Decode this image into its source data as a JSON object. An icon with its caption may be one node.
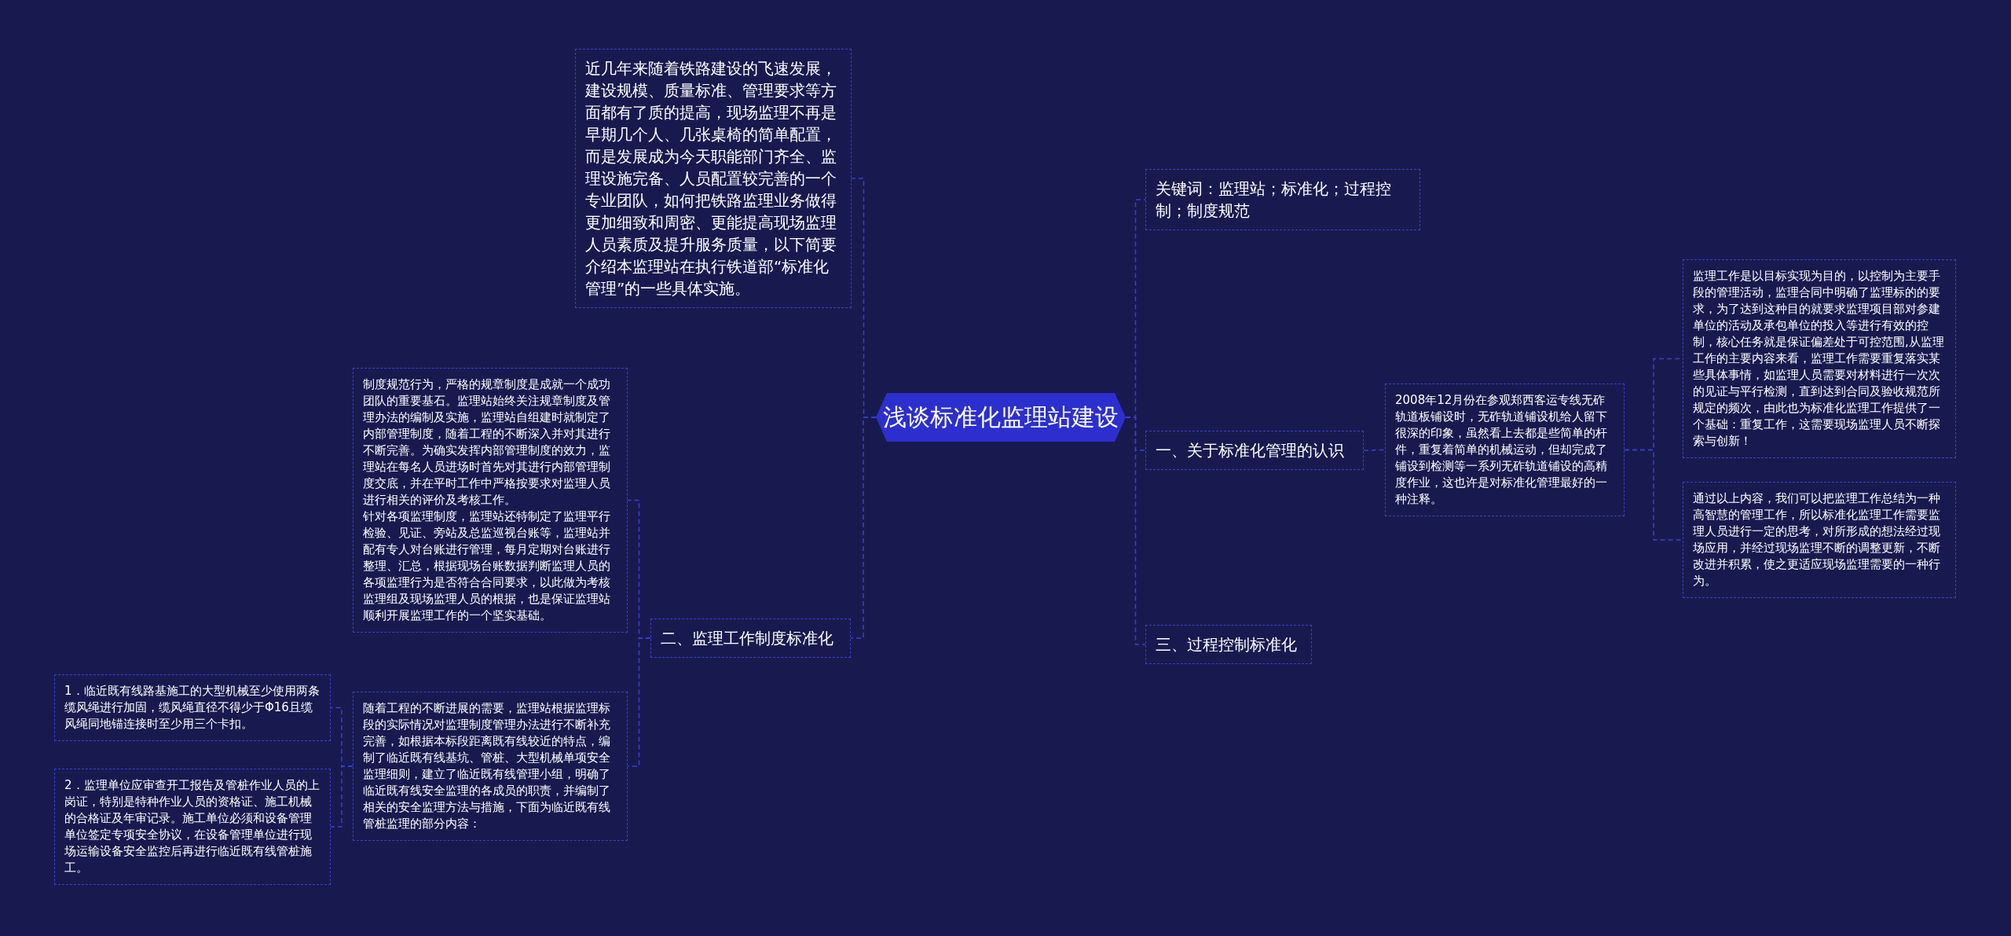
{
  "diagram": {
    "nodes": [
      {
        "text": [
          "浅谈标准化监理站建设"
        ]
      },
      {
        "text": [
          "近几年来随着铁路建设的飞速发展，建设规模、质量标准、管理要求等方面都有了质的提高，现场监理不再是早期几个人、几张桌椅的简单配置，而是发展成为今天职能部门齐全、监理设施完备、人员配置较完善的一个专业团队，如何把铁路监理业务做得更加细致和周密、更能提高现场监理人员素质及提升服务质量，以下简要介绍本监理站在执行铁道部“标准化管理”的一些具体实施。"
        ]
      },
      {
        "text": [
          "二、监理工作制度标准化"
        ]
      },
      {
        "text": [
          "制度规范行为，严格的规章制度是成就一个成功团队的重要基石。监理站始终关注规章制度及管理办法的编制及实施，监理站自组建时就制定了内部管理制度，随着工程的不断深入并对其进行不断完善。为确实发挥内部管理制度的效力，监理站在每名人员进场时首先对其进行内部管理制度交底，并在平时工作中严格按要求对监理人员进行相关的评价及考核工作。",
          "针对各项监理制度，监理站还特制定了监理平行检验、见证、旁站及总监巡视台账等，监理站并配有专人对台账进行管理，每月定期对台账进行整理、汇总，根据现场台账数据判断监理人员的各项监理行为是否符合合同要求，以此做为考核监理组及现场监理人员的根据，也是保证监理站顺利开展监理工作的一个坚实基础。"
        ]
      },
      {
        "text": [
          "随着工程的不断进展的需要，监理站根据监理标段的实际情况对监理制度管理办法进行不断补充完善，如根据本标段距离既有线较近的特点，编制了临近既有线基坑、管桩、大型机械单项安全监理细则，建立了临近既有线管理小组，明确了临近既有线安全监理的各成员的职责，并编制了相关的安全监理方法与措施，下面为临近既有线管桩监理的部分内容："
        ]
      },
      {
        "text": [
          "1．临近既有线路基施工的大型机械至少使用两条缆风绳进行加固，缆风绳直径不得少于Φ16且缆风绳同地锚连接时至少用三个卡扣。"
        ]
      },
      {
        "text": [
          "2．监理单位应审查开工报告及管桩作业人员的上岗证，特别是特种作业人员的资格证、施工机械的合格证及年审记录。施工单位必须和设备管理单位签定专项安全协议，在设备管理单位进行现场运输设备安全监控后再进行临近既有线管桩施工。"
        ]
      },
      {
        "text": [
          "关键词：监理站；标准化；过程控制；制度规范"
        ]
      },
      {
        "text": [
          "一、关于标准化管理的认识"
        ]
      },
      {
        "text": [
          "2008年12月份在参观郑西客运专线无砟轨道板铺设时，无砟轨道铺设机给人留下很深的印象，虽然看上去都是些简单的杆件，重复着简单的机械运动，但却完成了铺设到检测等一系列无砟轨道铺设的高精度作业，这也许是对标准化管理最好的一种注释。"
        ]
      },
      {
        "text": [
          "监理工作是以目标实现为目的，以控制为主要手段的管理活动，监理合同中明确了监理标的的要求，为了达到这种目的就要求监理项目部对参建单位的活动及承包单位的投入等进行有效的控制，核心任务就是保证偏差处于可控范围,从监理工作的主要内容来看，监理工作需要重复落实某些具体事情，如监理人员需要对材料进行一次次的见证与平行检测，直到达到合同及验收规范所规定的频次，由此也为标准化监理工作提供了一个基础：重复工作，这需要现场监理人员不断探索与创新！"
        ]
      },
      {
        "text": [
          "通过以上内容，我们可以把监理工作总结为一种高智慧的管理工作，所以标准化监理工作需要监理人员进行一定的思考，对所形成的想法经过现场应用，并经过现场监理不断的调整更新，不断改进并积累，使之更适应现场监理需要的一种行为。"
        ]
      },
      {
        "text": [
          "三、过程控制标准化"
        ]
      }
    ],
    "edges": [
      {
        "from": 0,
        "to": 1,
        "arrow": "none"
      },
      {
        "from": 0,
        "to": 2,
        "arrow": "none"
      },
      {
        "from": 2,
        "to": 3,
        "arrow": "none"
      },
      {
        "from": 2,
        "to": 4,
        "arrow": "none"
      },
      {
        "from": 4,
        "to": 5,
        "arrow": "none"
      },
      {
        "from": 4,
        "to": 6,
        "arrow": "none"
      },
      {
        "from": 0,
        "to": 7,
        "arrow": "none"
      },
      {
        "from": 0,
        "to": 8,
        "arrow": "none"
      },
      {
        "from": 8,
        "to": 9,
        "arrow": "none"
      },
      {
        "from": 9,
        "to": 10,
        "arrow": "none"
      },
      {
        "from": 9,
        "to": 11,
        "arrow": "none"
      },
      {
        "from": 0,
        "to": 12,
        "arrow": "none"
      }
    ]
  }
}
